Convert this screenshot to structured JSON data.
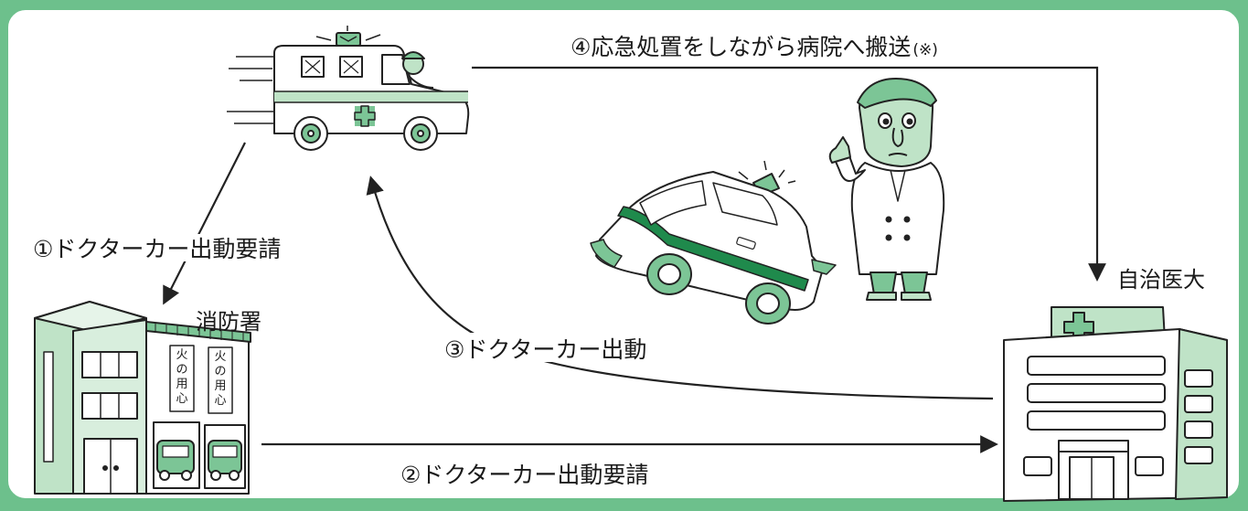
{
  "labels": {
    "step1": "①ドクターカー出動要請",
    "step2": "②ドクターカー出動要請",
    "step3": "③ドクターカー出動",
    "step4": "④応急処置をしながら病院へ搬送",
    "step4_note": "(※)",
    "fire_station": "消防署",
    "hospital": "自治医大"
  },
  "fire_station_banners": [
    "火の用心",
    "火の用心"
  ],
  "colors": {
    "frame_green": "#6dc08c",
    "light_green": "#bfe3c7",
    "mid_green": "#7cc596",
    "dark_green": "#1f8a4c",
    "line": "#222222"
  }
}
